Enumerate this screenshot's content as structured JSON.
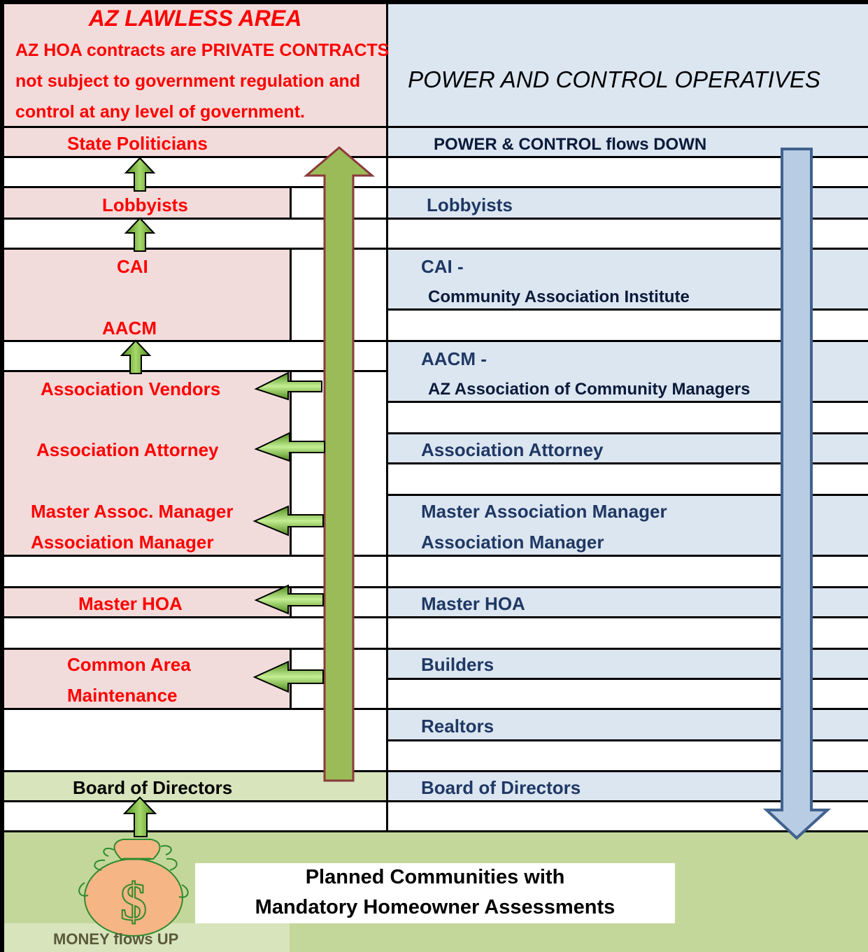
{
  "left": {
    "lawless_title": "AZ LAWLESS AREA",
    "lawless_body": [
      "AZ HOA contracts are PRIVATE CONTRACTS",
      "not subject to government regulation and",
      "control at any level of government."
    ],
    "state_politicians": "State Politicians",
    "lobbyists": "Lobbyists",
    "cai": "CAI",
    "aacm": "AACM",
    "vendors": "Association Vendors",
    "attorney": "Association Attorney",
    "manager_lines": [
      "Master Assoc. Manager",
      "Association Manager"
    ],
    "master_hoa": "Master HOA",
    "common_area_lines": [
      "Common Area",
      "Maintenance"
    ],
    "board": "Board of Directors",
    "money_flow": "MONEY flows UP"
  },
  "right": {
    "title": "POWER AND CONTROL OPERATIVES",
    "flow_label": "POWER & CONTROL flows DOWN",
    "lobbyists": "Lobbyists",
    "cai": "CAI -",
    "cai_full": "Community Association Institute",
    "aacm": "AACM -",
    "aacm_full": "AZ Association of Community Managers",
    "attorney": "Association Attorney",
    "manager_lines": [
      "Master Association Manager",
      "Association Manager"
    ],
    "master_hoa": "Master HOA",
    "builders": "Builders",
    "realtors": "Realtors",
    "board": "Board of Directors"
  },
  "bottom": {
    "communities_lines": [
      "Planned Communities with",
      "Mandatory Homeowner Assessments"
    ],
    "money_bag_symbol": "$"
  },
  "colors": {
    "red_text": "#ff0000",
    "navy_text": "#1f3864",
    "pink": "#f2dcdb",
    "light_blue": "#dce6f1",
    "green_up_arrow": "#9bbb59",
    "blue_down_arrow": "#b8cce4",
    "bottom_green": "#c4d79b"
  },
  "icons": [
    "arrow-up-icon",
    "arrow-left-icon",
    "arrow-down-icon",
    "money-bag-icon"
  ]
}
